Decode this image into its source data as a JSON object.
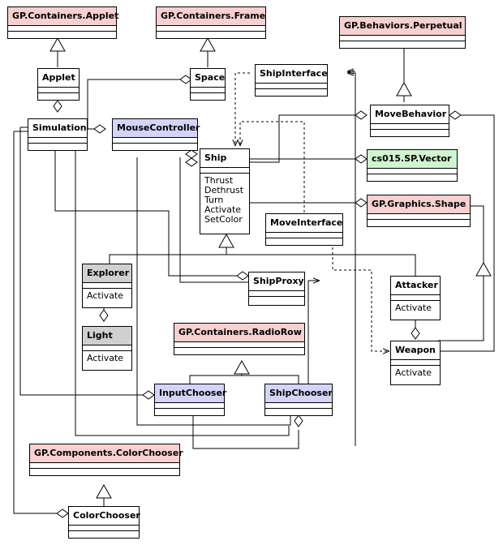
{
  "classes": {
    "gp_containers_applet": {
      "name": "GP.Containers.Applet",
      "color": "#f8d0d0"
    },
    "gp_containers_frame": {
      "name": "GP.Containers.Frame",
      "color": "#f8d0d0"
    },
    "gp_behaviors_perpetual": {
      "name": "GP.Behaviors.Perpetual",
      "color": "#f8d0d0"
    },
    "applet": {
      "name": "Applet"
    },
    "space": {
      "name": "Space"
    },
    "ship_interface": {
      "name": "ShipInterface"
    },
    "simulation": {
      "name": "Simulation"
    },
    "mouse_controller": {
      "name": "MouseController",
      "color": "#d4d4fa"
    },
    "move_behavior": {
      "name": "MoveBehavior"
    },
    "ship": {
      "name": "Ship",
      "operations": [
        "Thrust",
        "Dethrust",
        "Turn",
        "Activate",
        "SetColor"
      ]
    },
    "cs015_vector": {
      "name": "cs015.SP.Vector",
      "color": "#d0f4d0"
    },
    "gp_graphics_shape": {
      "name": "GP.Graphics.Shape",
      "color": "#f8d0d0"
    },
    "move_interface": {
      "name": "MoveInterface"
    },
    "explorer": {
      "name": "Explorer",
      "color": "#d0d0d0",
      "operations": [
        "Activate"
      ]
    },
    "ship_proxy": {
      "name": "ShipProxy"
    },
    "attacker": {
      "name": "Attacker",
      "operations": [
        "Activate"
      ]
    },
    "light": {
      "name": "Light",
      "color": "#d0d0d0",
      "operations": [
        "Activate"
      ]
    },
    "gp_containers_radiorow": {
      "name": "GP.Containers.RadioRow",
      "color": "#f8d0d0"
    },
    "weapon": {
      "name": "Weapon",
      "operations": [
        "Activate"
      ]
    },
    "input_chooser": {
      "name": "InputChooser",
      "color": "#d4d4fa"
    },
    "ship_chooser": {
      "name": "ShipChooser",
      "color": "#d4d4fa"
    },
    "gp_components_colorchooser": {
      "name": "GP.Components.ColorChooser",
      "color": "#f8d0d0"
    },
    "color_chooser": {
      "name": "ColorChooser"
    }
  }
}
